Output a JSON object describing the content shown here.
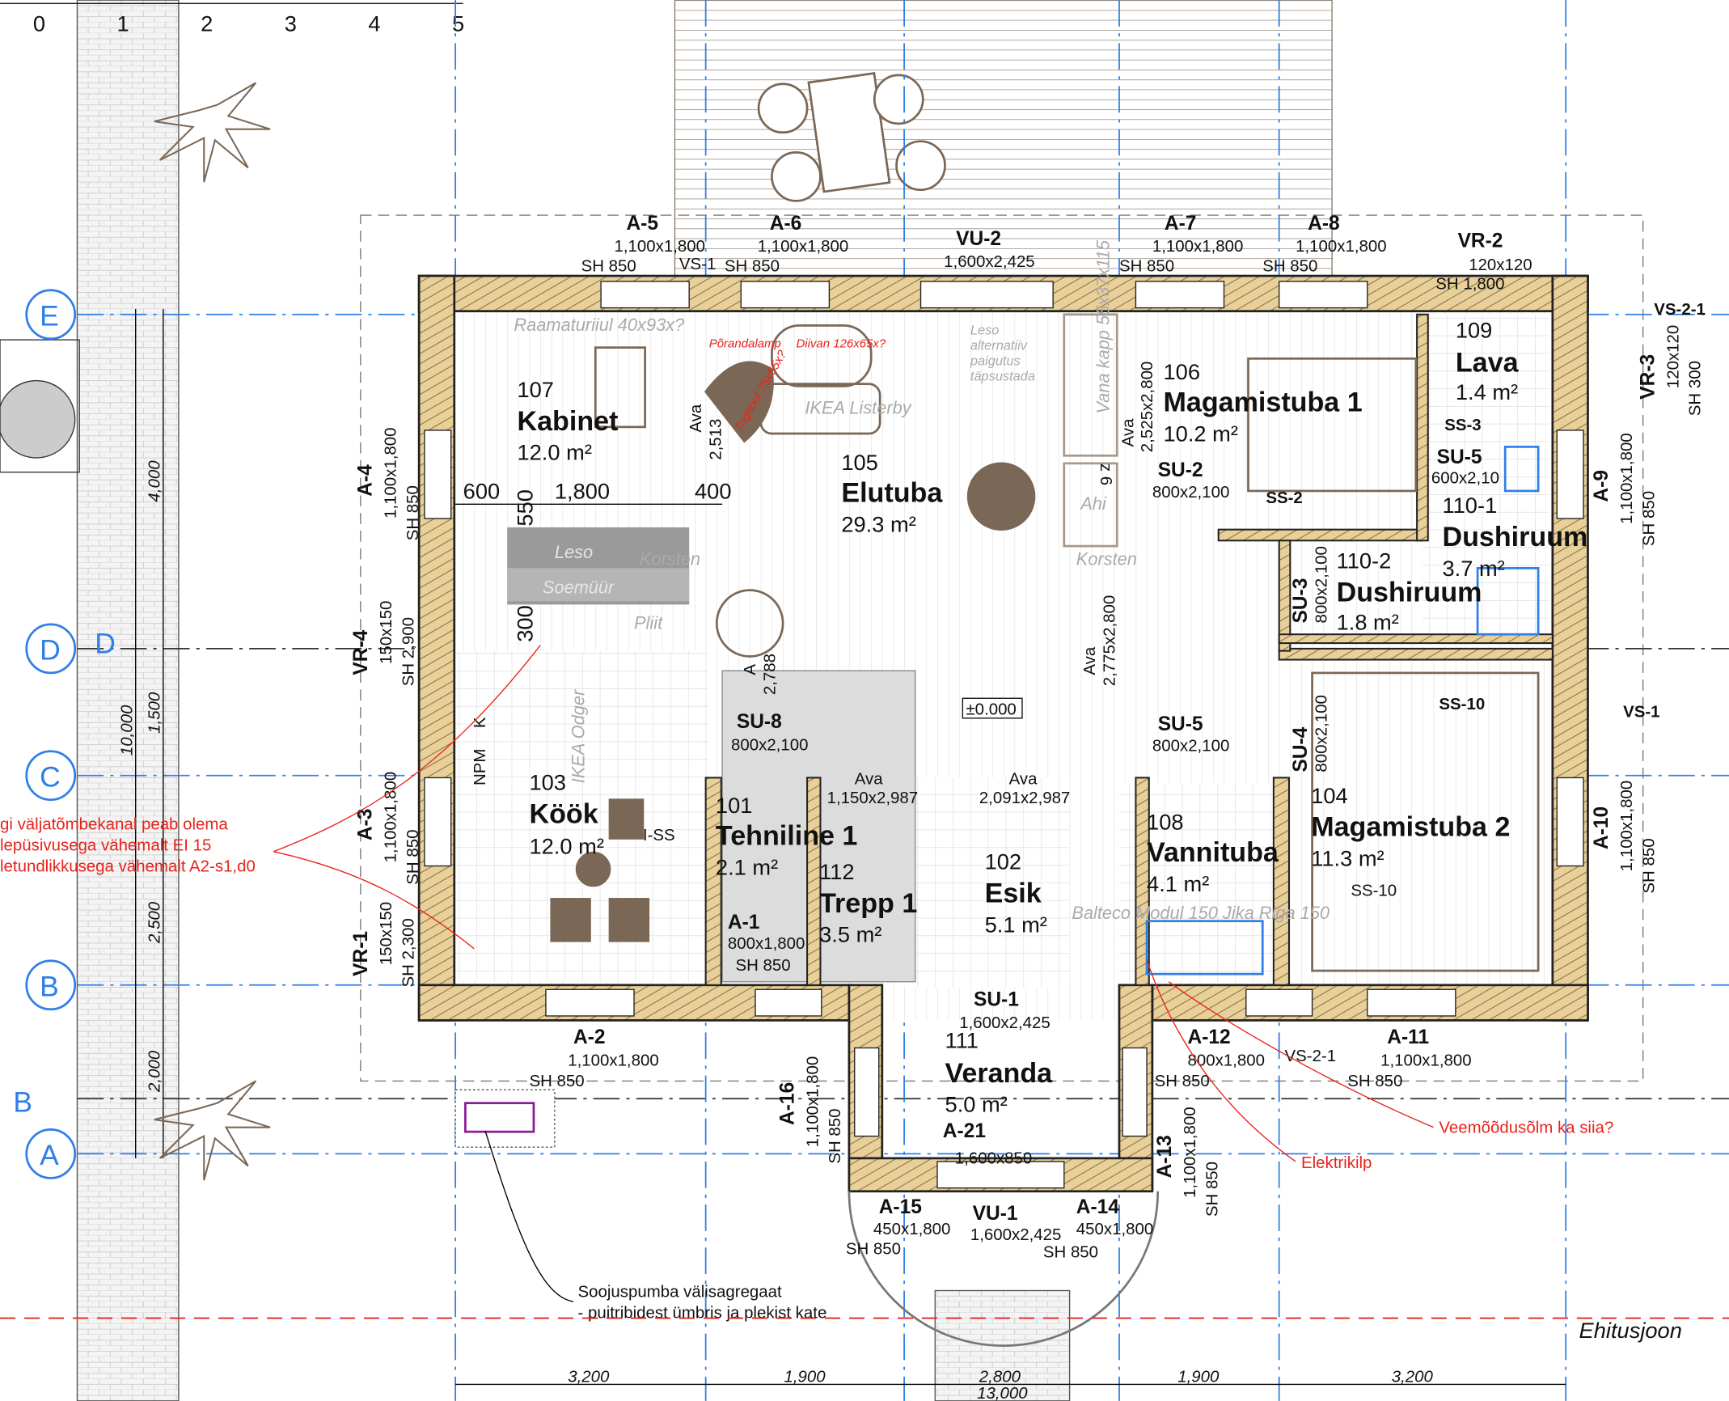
{
  "ruler": [
    "0",
    "1",
    "2",
    "3",
    "4",
    "5"
  ],
  "axes": {
    "E": "E",
    "D": "D",
    "C": "C",
    "B": "B",
    "A": "A",
    "D2": "D",
    "B2": "B"
  },
  "rooms": [
    {
      "num": "107",
      "name": "Kabinet",
      "area": "12.0 m²"
    },
    {
      "num": "105",
      "name": "Elutuba",
      "area": "29.3 m²"
    },
    {
      "num": "106",
      "name": "Magamistuba 1",
      "area": "10.2 m²"
    },
    {
      "num": "109",
      "name": "Lava",
      "area": "1.4 m²"
    },
    {
      "num": "110-1",
      "name": "Dushiruum",
      "area": "3.7 m²"
    },
    {
      "num": "110-2",
      "name": "Dushiruum",
      "area": "1.8 m²"
    },
    {
      "num": "103",
      "name": "Köök",
      "area": "12.0 m²"
    },
    {
      "num": "101",
      "name": "Tehniline 1",
      "area": "2.1 m²"
    },
    {
      "num": "112",
      "name": "Trepp 1",
      "area": "3.5 m²"
    },
    {
      "num": "102",
      "name": "Esik",
      "area": "5.1 m²"
    },
    {
      "num": "108",
      "name": "Vannituba",
      "area": "4.1 m²"
    },
    {
      "num": "104",
      "name": "Magamistuba 2",
      "area": "11.3 m²"
    },
    {
      "num": "111",
      "name": "Veranda",
      "area": "5.0 m²"
    }
  ],
  "openings": [
    {
      "id": "A-5",
      "size": "1,100x1,800",
      "sh": "SH  850"
    },
    {
      "id": "A-6",
      "size": "1,100x1,800",
      "sh": "SH  850"
    },
    {
      "id": "VU-2",
      "size": "1,600x2,425",
      "sh": ""
    },
    {
      "id": "A-7",
      "size": "1,100x1,800",
      "sh": "SH  850"
    },
    {
      "id": "A-8",
      "size": "1,100x1,800",
      "sh": "SH  850"
    },
    {
      "id": "VR-2",
      "size": "120x120",
      "sh": "SH  1,800"
    },
    {
      "id": "A-4",
      "size": "1,100x1,800",
      "sh": "SH  850"
    },
    {
      "id": "VR-4",
      "size": "150x150",
      "sh": "SH  2,900"
    },
    {
      "id": "A-3",
      "size": "1,100x1,800",
      "sh": "SH  850"
    },
    {
      "id": "VR-1",
      "size": "150x150",
      "sh": "SH  2,300"
    },
    {
      "id": "A-2",
      "size": "1,100x1,800",
      "sh": "SH  850"
    },
    {
      "id": "A-16",
      "size": "1,100x1,800",
      "sh": "SH  850"
    },
    {
      "id": "SU-1",
      "size": "1,600x2,425",
      "sh": ""
    },
    {
      "id": "A-21",
      "size": "1,600x850",
      "sh": ""
    },
    {
      "id": "A-15",
      "size": "450x1,800",
      "sh": "SH  850"
    },
    {
      "id": "VU-1",
      "size": "1,600x2,425",
      "sh": ""
    },
    {
      "id": "A-14",
      "size": "450x1,800",
      "sh": "SH  850"
    },
    {
      "id": "A-13",
      "size": "1,100x1,800",
      "sh": "SH  850"
    },
    {
      "id": "A-12",
      "size": "800x1,800",
      "sh": "SH  850"
    },
    {
      "id": "A-11",
      "size": "1,100x1,800",
      "sh": "SH  850"
    },
    {
      "id": "A-10",
      "size": "1,100x1,800",
      "sh": "SH  850"
    },
    {
      "id": "A-9",
      "size": "1,100x1,800",
      "sh": "SH  850"
    },
    {
      "id": "VR-3",
      "size": "120x120",
      "sh": "SH  300"
    },
    {
      "id": "A-1",
      "size": "800x1,800",
      "sh": "SH  850"
    }
  ],
  "doors": [
    {
      "id": "SU-2",
      "size": "800x2,100"
    },
    {
      "id": "SU-3",
      "size": "800x2,100"
    },
    {
      "id": "SU-4",
      "size": "800x2,100"
    },
    {
      "id": "SU-5",
      "size": "800x2,100"
    },
    {
      "id": "SU-5b",
      "label": "SU-5",
      "size": "600x2,10"
    },
    {
      "id": "SU-8",
      "size": "800x2,100"
    }
  ],
  "openings_ava": [
    {
      "label": "Ava",
      "size": "1,150x2,987"
    },
    {
      "label": "Ava",
      "size": "2,091x2,987"
    },
    {
      "label": "Ava",
      "size": "2,775x2,800"
    },
    {
      "label": "Ava",
      "size": "2,525x2,800"
    },
    {
      "label": "Ava",
      "size": "2,513"
    },
    {
      "label": "A",
      "size": "2,788"
    }
  ],
  "partitions": {
    "ss2": "SS-2",
    "ss3": "SS-3",
    "ss10": "SS-10",
    "ss10b": "SS-10",
    "vs21": "VS-2-1",
    "vs21b": "VS-2-1",
    "vs1": "VS-1",
    "vs1top": "VS-1",
    "iss": "I-SS"
  },
  "level": "±0.000",
  "dims_inside": {
    "d600": "600",
    "d1800": "1,800",
    "d400": "400",
    "d550": "550",
    "d300": "300"
  },
  "dims_left": {
    "d4000": "4,000",
    "d1500": "1,500",
    "d10000": "10,000",
    "d2500": "2,500",
    "d2000": "2,000"
  },
  "dims_bottom": [
    "3,200",
    "1,900",
    "2,800",
    "1,900",
    "3,200",
    "13,000"
  ],
  "furniture": {
    "leso": "Leso",
    "soemuur": "Soemüür",
    "korsten": "Korsten",
    "korsten2": "Korsten",
    "ahi": "Ahi",
    "listerby": "IKEA Listerby",
    "leso_alt": "Leso alternatiiv paigutus täpsustada",
    "porandalamp": "Põrandalamp",
    "diivan": "Diivan 126x65x?",
    "tugitool": "Tugitool 75x65x?",
    "raamaturiiul": "Raamaturiiul 40x93x?",
    "odger": "IKEA Odger",
    "npm": "NPM",
    "k": "K",
    "balteco": "Balteco Modul 150 Jika Riga 150",
    "pliit": "Pliit",
    "kapp": "Vana kapp 55x37x115",
    "z6": "z 6"
  },
  "notes": {
    "ventilation": [
      "gi väljatõmbekanal peab olema",
      "lepüsivusega vähemalt EI 15",
      "letundlikkusega vähemalt A2-s1,d0"
    ],
    "heatpump": [
      "Soojuspumba välisagregaat",
      "- puitribidest ümbris ja plekist kate"
    ],
    "water": "Veemõõdusõlm ka siia?",
    "elektri": "Elektrikilp",
    "ehitusjoon": "Ehitusjoon"
  },
  "colors": {
    "grid": "#2f7fe8",
    "wall": "#e9cf98",
    "note": "#e8231c",
    "furniture": "#7b6755"
  }
}
